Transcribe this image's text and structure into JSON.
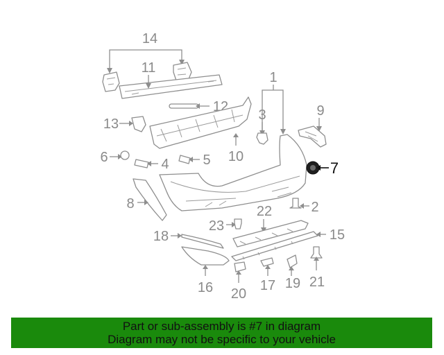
{
  "diagram": {
    "highlighted_part": "7",
    "callouts": [
      "14",
      "11",
      "12",
      "1",
      "3",
      "9",
      "13",
      "10",
      "6",
      "4",
      "5",
      "7",
      "8",
      "2",
      "22",
      "23",
      "15",
      "18",
      "16",
      "20",
      "17",
      "19",
      "21"
    ]
  },
  "caption": {
    "line1": "Part or sub-assembly is #7 in diagram",
    "line2": "Diagram may not be specific to your vehicle",
    "background_color": "#1a8a0c"
  }
}
